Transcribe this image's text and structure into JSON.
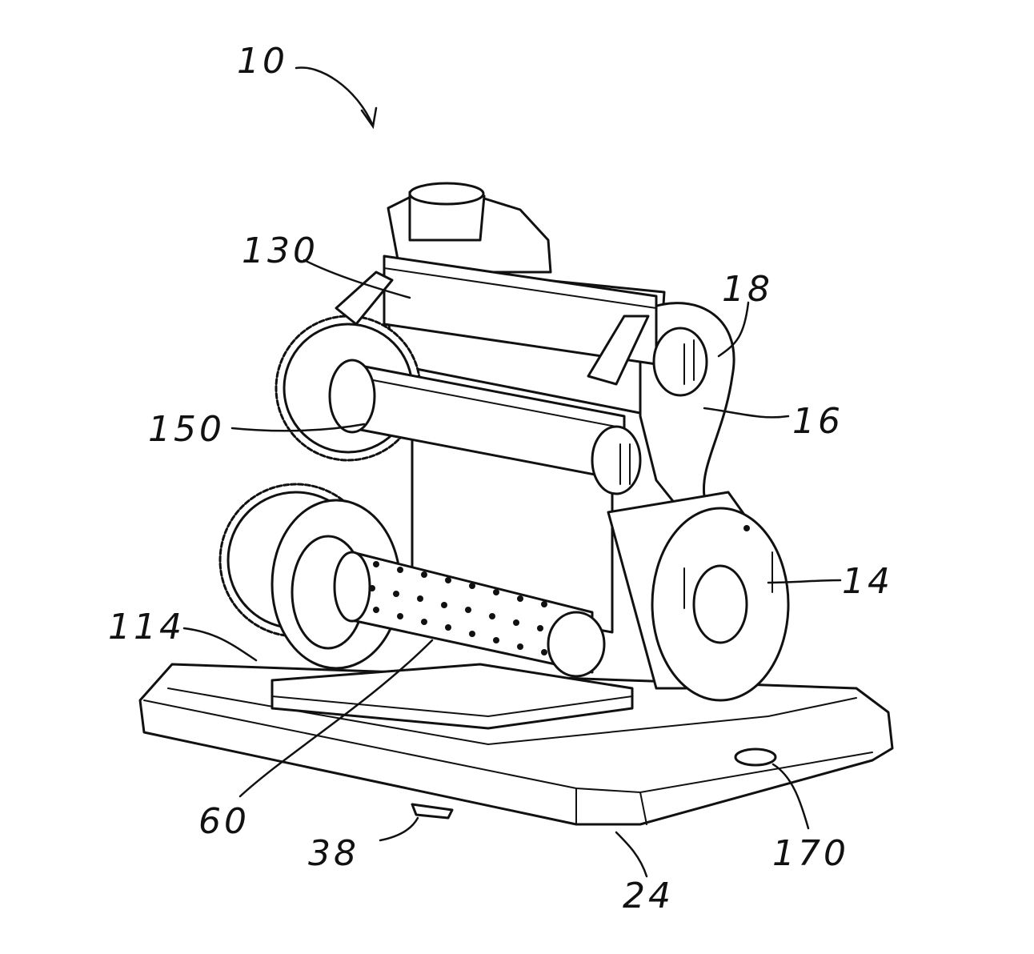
{
  "figure": {
    "labels": {
      "assembly": "10",
      "upper_roller": "130",
      "side_plate_edge": "18",
      "lower_roller": "150",
      "side_plate": "16",
      "wheel": "14",
      "lower_gear": "114",
      "brush": "60",
      "foot": "38",
      "base_front": "24",
      "base_hole": "170"
    }
  }
}
